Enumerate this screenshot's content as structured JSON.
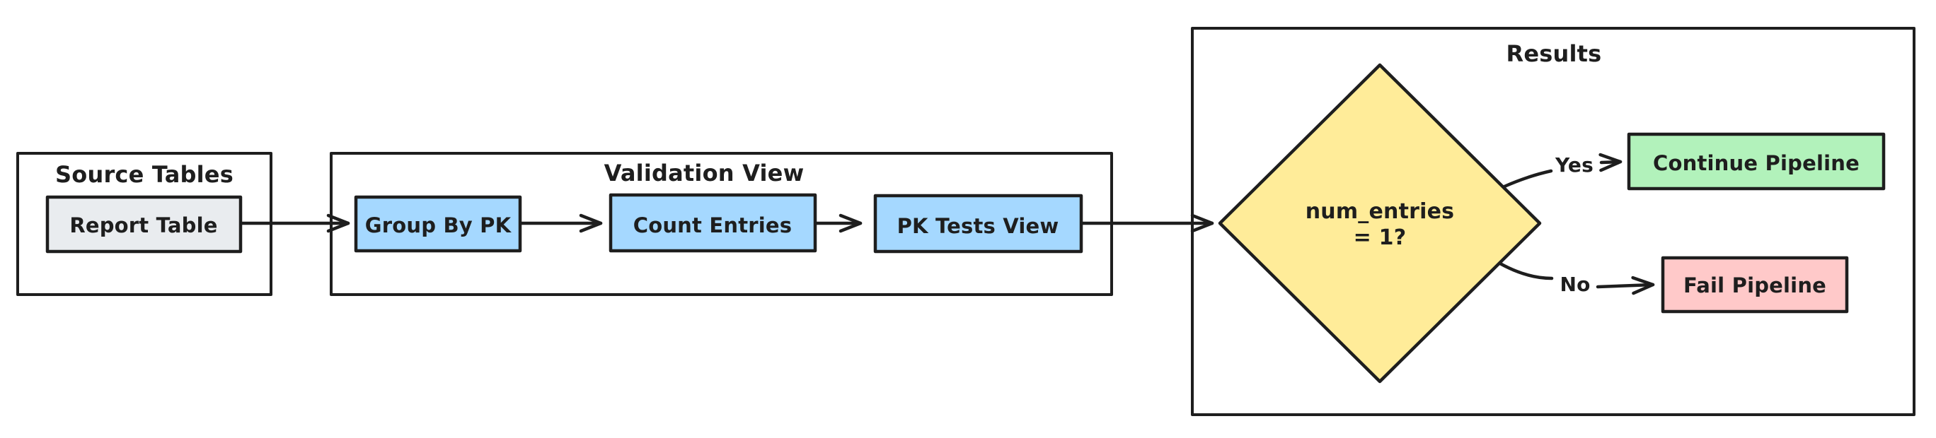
{
  "colors": {
    "background": "#ffffff",
    "stroke": "#1e1e1e",
    "container_fill": "#ffffff",
    "gray_node": "#e9ecef",
    "blue_node": "#a5d8ff",
    "yellow_node": "#ffec99",
    "green_node": "#b2f2bb",
    "red_node": "#ffc9c9"
  },
  "containers": {
    "source": {
      "label": "Source Tables"
    },
    "validation": {
      "label": "Validation View"
    },
    "results": {
      "label": "Results"
    }
  },
  "nodes": {
    "report_table": {
      "label": "Report Table"
    },
    "group_by_pk": {
      "label": "Group By PK"
    },
    "count_entries": {
      "label": "Count Entries"
    },
    "pk_tests_view": {
      "label": "PK Tests View"
    },
    "decision": {
      "line1": "num_entries",
      "line2": "= 1?"
    },
    "continue_pipeline": {
      "label": "Continue Pipeline"
    },
    "fail_pipeline": {
      "label": "Fail Pipeline"
    }
  },
  "edges": {
    "yes": {
      "label": "Yes"
    },
    "no": {
      "label": "No"
    }
  }
}
